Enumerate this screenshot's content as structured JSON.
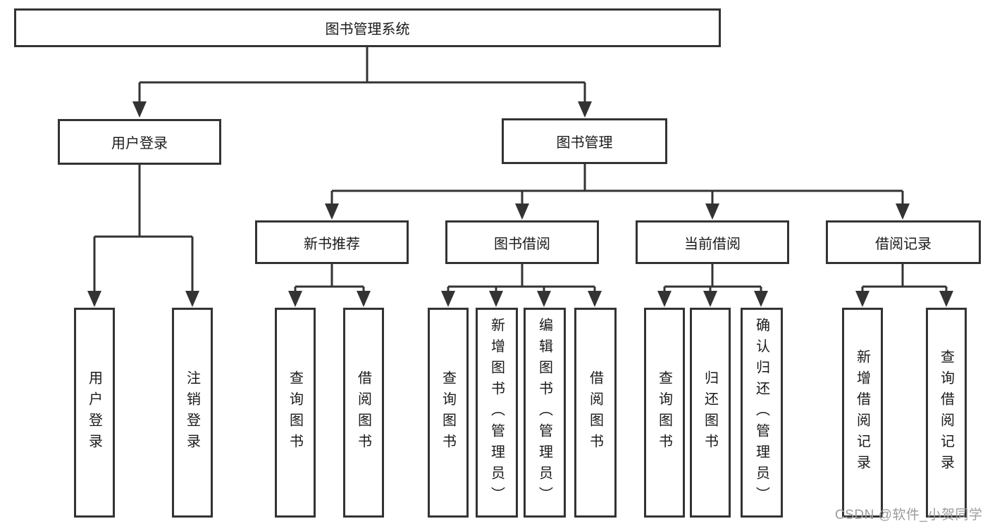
{
  "diagram": {
    "tree": {
      "label": "图书管理系统",
      "children": [
        {
          "label": "用户登录",
          "children": [
            {
              "label": "用户登录"
            },
            {
              "label": "注销登录"
            }
          ]
        },
        {
          "label": "图书管理",
          "children": [
            {
              "label": "新书推荐",
              "children": [
                {
                  "label": "查询图书"
                },
                {
                  "label": "借阅图书"
                }
              ]
            },
            {
              "label": "图书借阅",
              "children": [
                {
                  "label": "查询图书"
                },
                {
                  "label": "新增图书（管理员）"
                },
                {
                  "label": "编辑图书（管理员）"
                },
                {
                  "label": "借阅图书"
                }
              ]
            },
            {
              "label": "当前借阅",
              "children": [
                {
                  "label": "查询图书"
                },
                {
                  "label": "归还图书"
                },
                {
                  "label": "确认归还（管理员）"
                }
              ]
            },
            {
              "label": "借阅记录",
              "children": [
                {
                  "label": "新增借阅记录"
                },
                {
                  "label": "查询借阅记录"
                }
              ]
            }
          ]
        }
      ]
    },
    "colors": {
      "line": "#333333",
      "box_border": "#333333",
      "text": "#1a1a1a",
      "background": "#ffffff",
      "watermark": "#9c9c9c"
    }
  },
  "watermark": {
    "text": "CSDN @软件_小贺同学"
  }
}
